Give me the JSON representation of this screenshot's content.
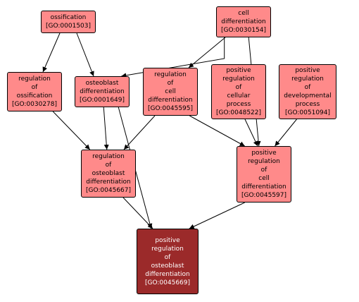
{
  "colors": {
    "node": "#ff8a8a",
    "target": "#9b2a2a",
    "edge": "#000000"
  },
  "nodes": {
    "ossification": {
      "lines": [
        "ossification",
        "[GO:0001503]"
      ],
      "style": "light"
    },
    "cell_diff": {
      "lines": [
        "cell",
        "differentiation",
        "[GO:0030154]"
      ],
      "style": "light"
    },
    "reg_ossification": {
      "lines": [
        "regulation",
        "of",
        "ossification",
        "[GO:0030278]"
      ],
      "style": "light"
    },
    "osteoblast_diff": {
      "lines": [
        "osteoblast",
        "differentiation",
        "[GO:0001649]"
      ],
      "style": "light"
    },
    "reg_cell_diff": {
      "lines": [
        "regulation",
        "of",
        "cell",
        "differentiation",
        "[GO:0045595]"
      ],
      "style": "light"
    },
    "pos_reg_cell_proc": {
      "lines": [
        "positive",
        "regulation",
        "of",
        "cellular",
        "process",
        "[GO:0048522]"
      ],
      "style": "light"
    },
    "pos_reg_dev_proc": {
      "lines": [
        "positive",
        "regulation",
        "of",
        "developmental",
        "process",
        "[GO:0051094]"
      ],
      "style": "light"
    },
    "reg_osteoblast_diff": {
      "lines": [
        "regulation",
        "of",
        "osteoblast",
        "differentiation",
        "[GO:0045667]"
      ],
      "style": "light"
    },
    "pos_reg_cell_diff": {
      "lines": [
        "positive",
        "regulation",
        "of",
        "cell",
        "differentiation",
        "[GO:0045597]"
      ],
      "style": "light"
    },
    "pos_reg_osteoblast_diff": {
      "lines": [
        "positive",
        "regulation",
        "of",
        "osteoblast",
        "differentiation",
        "[GO:0045669]"
      ],
      "style": "dark"
    }
  },
  "edges": [
    [
      "ossification",
      "reg_ossification"
    ],
    [
      "ossification",
      "osteoblast_diff"
    ],
    [
      "cell_diff",
      "osteoblast_diff"
    ],
    [
      "cell_diff",
      "reg_cell_diff"
    ],
    [
      "cell_diff",
      "pos_reg_cell_diff"
    ],
    [
      "reg_ossification",
      "reg_osteoblast_diff"
    ],
    [
      "osteoblast_diff",
      "reg_osteoblast_diff"
    ],
    [
      "osteoblast_diff",
      "pos_reg_osteoblast_diff"
    ],
    [
      "reg_cell_diff",
      "reg_osteoblast_diff"
    ],
    [
      "reg_cell_diff",
      "pos_reg_cell_diff"
    ],
    [
      "pos_reg_cell_proc",
      "pos_reg_cell_diff"
    ],
    [
      "pos_reg_dev_proc",
      "pos_reg_cell_diff"
    ],
    [
      "reg_osteoblast_diff",
      "pos_reg_osteoblast_diff"
    ],
    [
      "pos_reg_cell_diff",
      "pos_reg_osteoblast_diff"
    ]
  ]
}
